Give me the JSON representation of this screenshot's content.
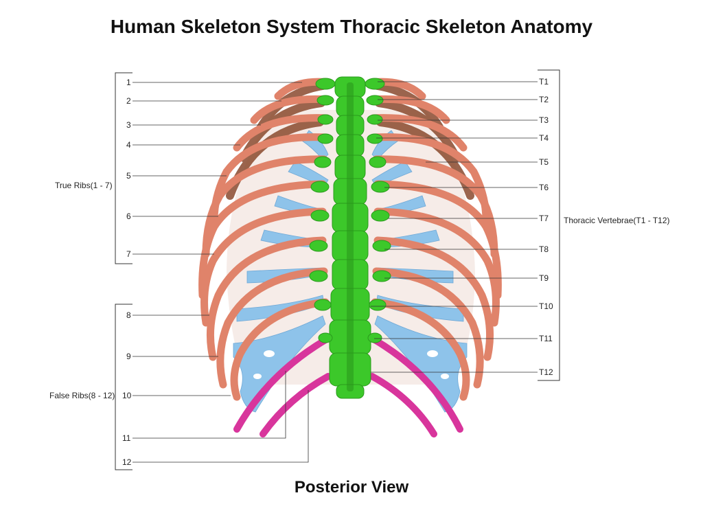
{
  "title": "Human Skeleton System Thoracic Skeleton Anatomy",
  "subtitle": "Posterior View",
  "groups": {
    "true_ribs": "True Ribs(1 - 7)",
    "false_ribs": "False Ribs(8 - 12)",
    "vertebrae": "Thoracic Vertebrae(T1 - T12)"
  },
  "rib_labels": [
    "1",
    "2",
    "3",
    "4",
    "5",
    "6",
    "7",
    "8",
    "9",
    "10",
    "11",
    "12"
  ],
  "vertebra_labels": [
    "T1",
    "T2",
    "T3",
    "T4",
    "T5",
    "T6",
    "T7",
    "T8",
    "T9",
    "T10",
    "T11",
    "T12"
  ],
  "colors": {
    "rib": "#e0836a",
    "rib_shadow": "#8a4a2e",
    "cartilage": "#8ec3ea",
    "vertebra": "#3cc82a",
    "floating_rib": "#d8359c"
  }
}
